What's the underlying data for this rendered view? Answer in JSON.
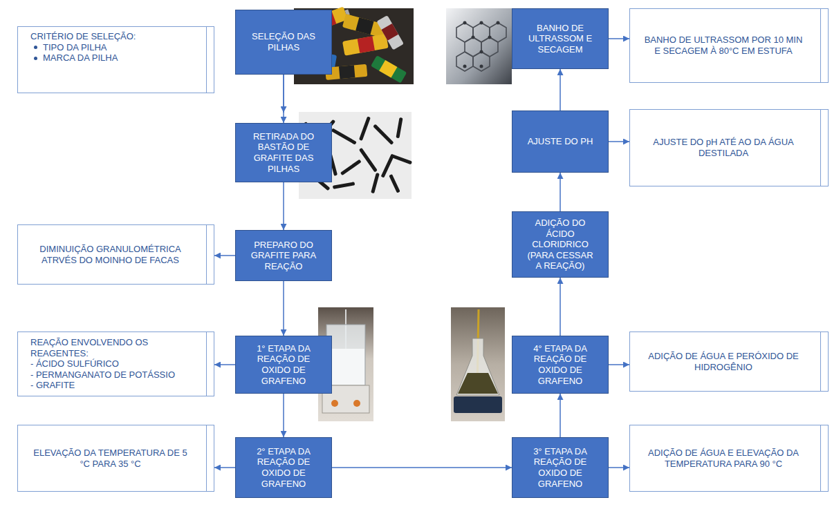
{
  "diagram": {
    "nodes": [
      {
        "text": [
          "SELEÇÃO DAS PILHAS"
        ]
      },
      {
        "text": [
          "CRITÉRIO DE SELEÇÃO:",
          "TIPO DA PILHA",
          "MARCA DA PILHA"
        ]
      },
      {
        "text": [
          "RETIRADA DO BASTÃO DE GRAFITE DAS PILHAS"
        ]
      },
      {
        "text": [
          "PREPARO DO GRAFITE PARA REAÇÃO"
        ]
      },
      {
        "text": [
          "DIMINUIÇÃO GRANULOMÉTRICA ATRVÉS DO MOINHO DE FACAS"
        ]
      },
      {
        "text": [
          "1° ETAPA DA REAÇÃO DE OXIDO DE GRAFENO"
        ]
      },
      {
        "text": [
          "REAÇÃO ENVOLVENDO OS REAGENTES:",
          "- ÁCIDO SULFÚRICO",
          "- PERMANGANATO DE POTÁSSIO",
          "- GRAFITE"
        ]
      },
      {
        "text": [
          "2° ETAPA DA REAÇÃO DE OXIDO DE GRAFENO"
        ]
      },
      {
        "text": [
          "ELEVAÇÃO DA TEMPERATURA DE 5 °C PARA 35 °C"
        ]
      },
      {
        "text": [
          "3° ETAPA DA REAÇÃO DE OXIDO DE GRAFENO"
        ]
      },
      {
        "text": [
          "ADIÇÃO DE ÁGUA E ELEVAÇÃO DA TEMPERATURA PARA 90 °C"
        ]
      },
      {
        "text": [
          "4° ETAPA DA REAÇÃO DE OXIDO DE GRAFENO"
        ]
      },
      {
        "text": [
          "ADIÇÃO DE ÁGUA E PERÓXIDO DE HIDROGÊNIO"
        ]
      },
      {
        "text": [
          "ADIÇÃO DO ÁCIDO CLORIDRICO (PARA CESSAR A REAÇÃO)"
        ]
      },
      {
        "text": [
          "AJUSTE DO PH"
        ]
      },
      {
        "text": [
          "AJUSTE DO pH ATÉ AO DA ÁGUA DESTILADA"
        ]
      },
      {
        "text": [
          "BANHO DE ULTRASSOM E SECAGEM"
        ]
      },
      {
        "text": [
          "BANHO DE ULTRASSOM POR 10 MIN E SECAGEM À 80°C EM ESTUFA"
        ]
      }
    ],
    "edges": [
      {
        "from": 0,
        "to": 1,
        "arrow": "to"
      },
      {
        "from": 0,
        "to": 2,
        "arrow": "to"
      },
      {
        "from": 2,
        "to": 3,
        "arrow": "to"
      },
      {
        "from": 3,
        "to": 4,
        "arrow": "to"
      },
      {
        "from": 3,
        "to": 5,
        "arrow": "to"
      },
      {
        "from": 5,
        "to": 6,
        "arrow": "to"
      },
      {
        "from": 5,
        "to": 7,
        "arrow": "to"
      },
      {
        "from": 7,
        "to": 8,
        "arrow": "to"
      },
      {
        "from": 7,
        "to": 9,
        "arrow": "to"
      },
      {
        "from": 9,
        "to": 10,
        "arrow": "to"
      },
      {
        "from": 9,
        "to": 11,
        "arrow": "to"
      },
      {
        "from": 11,
        "to": 12,
        "arrow": "to"
      },
      {
        "from": 11,
        "to": 13,
        "arrow": "to"
      },
      {
        "from": 13,
        "to": 14,
        "arrow": "to"
      },
      {
        "from": 14,
        "to": 15,
        "arrow": "to"
      },
      {
        "from": 14,
        "to": 16,
        "arrow": "to"
      },
      {
        "from": 16,
        "to": 17,
        "arrow": "to"
      }
    ]
  }
}
